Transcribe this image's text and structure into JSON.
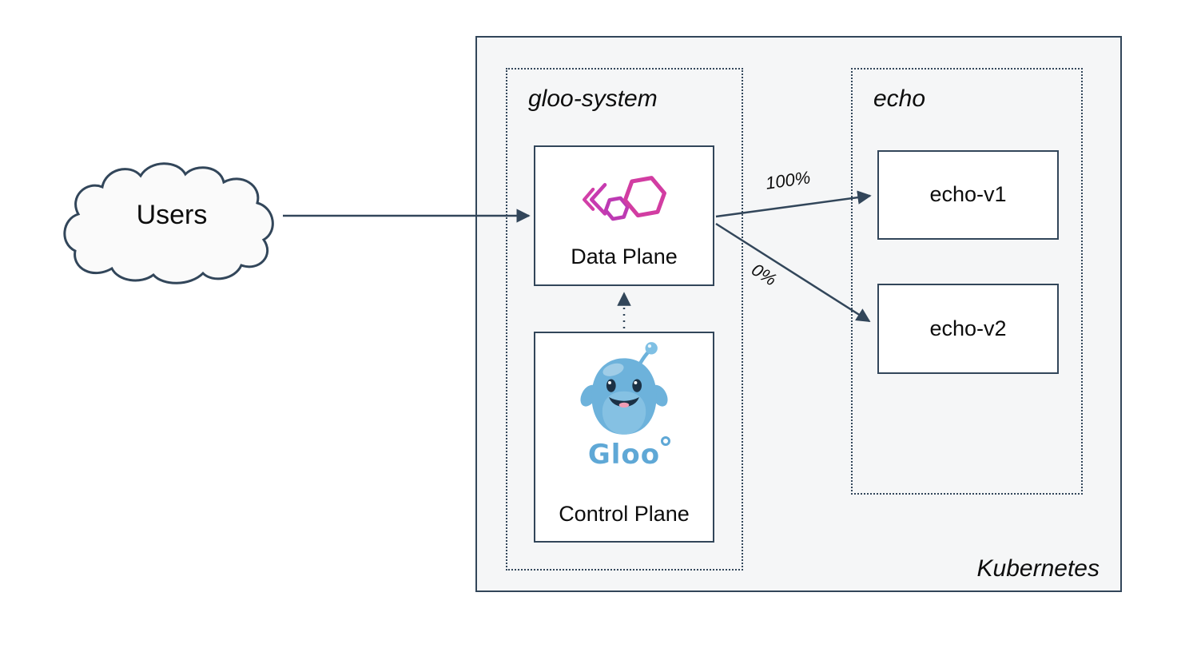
{
  "diagram": {
    "users": {
      "label": "Users"
    },
    "kubernetes": {
      "label": "Kubernetes"
    },
    "namespaces": {
      "gloo_system": {
        "label": "gloo-system"
      },
      "echo": {
        "label": "echo"
      }
    },
    "nodes": {
      "data_plane": {
        "label": "Data Plane",
        "icon": "gloo-gateway-icon"
      },
      "control_plane": {
        "label": "Control Plane",
        "wordmark": "Gloo",
        "icon": "gloo-mascot-icon"
      },
      "echo_v1": {
        "label": "echo-v1"
      },
      "echo_v2": {
        "label": "echo-v2"
      }
    },
    "edges": {
      "to_echo_v1": {
        "label": "100%"
      },
      "to_echo_v2": {
        "label": "0%"
      },
      "control_plane_to_data_plane": {
        "style": "dotted"
      }
    }
  },
  "colors": {
    "line": "#32465a",
    "text": "#0d0d0d",
    "kubernetes_bg": "#f5f6f7",
    "node_bg": "#ffffff",
    "gloo_pink": "#cc3ba6",
    "gloo_purple": "#bd3ab3",
    "gloo_blue": "#5fa8d6",
    "mascot_blue": "#6db2db"
  }
}
